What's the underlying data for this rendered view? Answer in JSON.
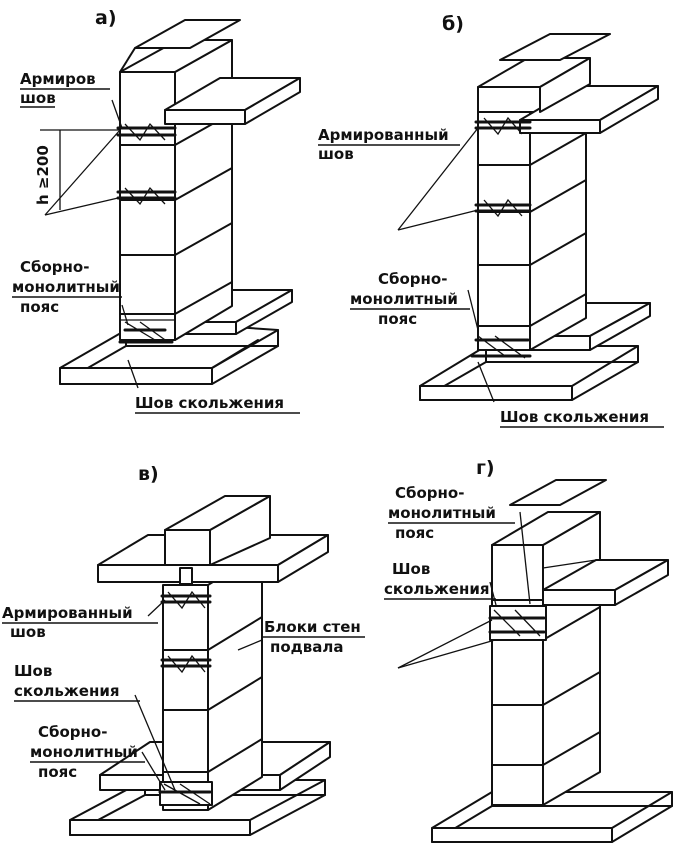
{
  "diagrams": [
    {
      "title": "а)",
      "labels": {
        "reinforced_seam_1": "Армиров",
        "reinforced_seam_2": "шов",
        "height_note": "h ≥200",
        "belt_1": "Сборно-",
        "belt_2": "монолитный",
        "belt_3": "пояс",
        "slip_seam": "Шов скольжения"
      }
    },
    {
      "title": "б)",
      "labels": {
        "reinforced_seam_1": "Армированный",
        "reinforced_seam_2": "шов",
        "belt_1": "Сборно-",
        "belt_2": "монолитный",
        "belt_3": "пояс",
        "slip_seam": "Шов скольжения"
      }
    },
    {
      "title": "в)",
      "labels": {
        "reinforced_seam_1": "Армированный",
        "reinforced_seam_2": "шов",
        "slip_seam_1": "Шов",
        "slip_seam_2": "скольжения",
        "belt_1": "Сборно-",
        "belt_2": "монолитный",
        "belt_3": "пояс",
        "wall_blocks_1": "Блоки стен",
        "wall_blocks_2": "подвала"
      }
    },
    {
      "title": "г)",
      "labels": {
        "belt_1": "Сборно-",
        "belt_2": "монолитный",
        "belt_3": "пояс",
        "slip_seam_1": "Шов",
        "slip_seam_2": "скольжения"
      }
    }
  ],
  "colors": {
    "ink": "#111111",
    "paper": "#ffffff"
  }
}
